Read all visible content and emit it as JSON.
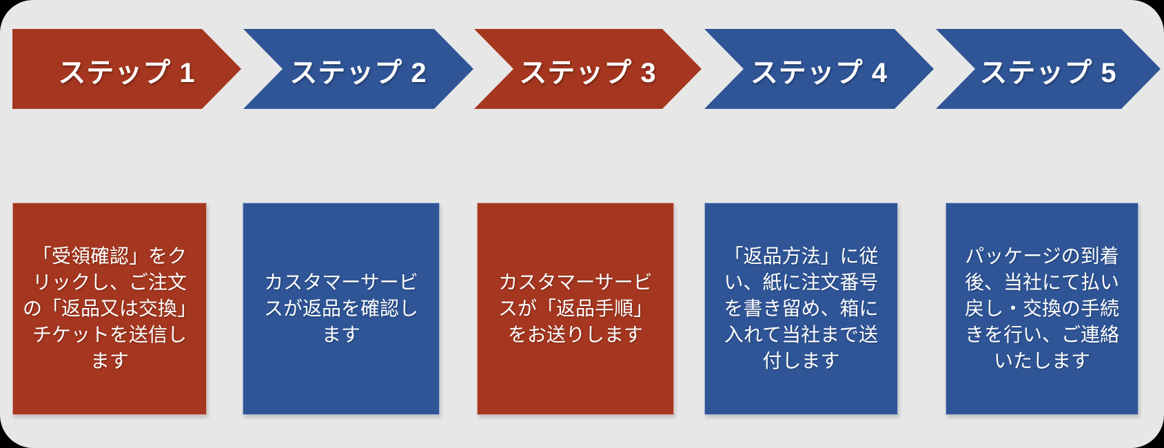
{
  "diagram": {
    "type": "process-flow",
    "canvas_background": "#e7e7e7",
    "outside_background": "#000000",
    "colors": {
      "red": "#a5361f",
      "blue": "#2f5597",
      "text": "#ffffff"
    },
    "steps": [
      {
        "label": "ステップ 1",
        "fill": "#a5361f",
        "description": "「受領確認」をク\nリックし、ご注文\nの「返品又は交換」\nチケットを送信し\nます"
      },
      {
        "label": "ステップ 2",
        "fill": "#2f5597",
        "description": "カスタマーサービ\nスが返品を確認し\nます"
      },
      {
        "label": "ステップ 3",
        "fill": "#a5361f",
        "description": "カスタマーサービ\nスが「返品手順」\nをお送りします"
      },
      {
        "label": "ステップ 4",
        "fill": "#2f5597",
        "description": "「返品方法」に従\nい、紙に注文番号\nを書き留め、箱に\n入れて当社まで送\n付します"
      },
      {
        "label": "ステップ 5",
        "fill": "#2f5597",
        "description": "パッケージの到着\n後、当社にて払い\n戻し・交換の手続\nきを行い、ご連絡\nいたします"
      }
    ]
  }
}
